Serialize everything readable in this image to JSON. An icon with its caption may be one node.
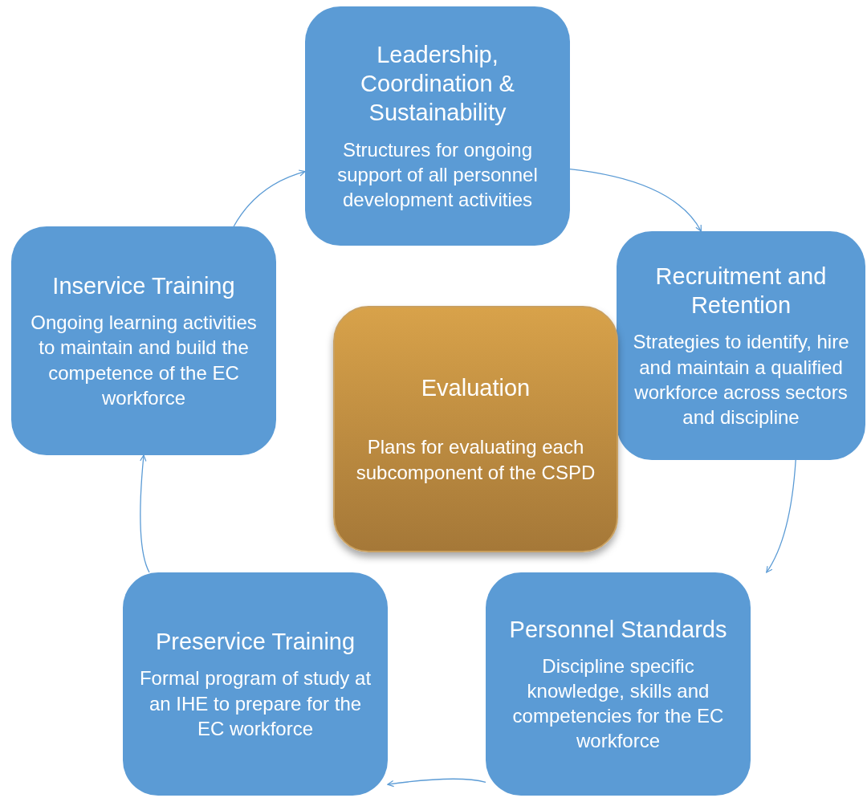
{
  "diagram": {
    "nodes": [
      {
        "text": [
          "Leadership, Coordination & Sustainability",
          "Structures for ongoing support of all personnel development activities"
        ]
      },
      {
        "text": [
          "Recruitment and Retention",
          "Strategies to identify, hire and maintain a qualified workforce across sectors and discipline"
        ]
      },
      {
        "text": [
          "Personnel Standards",
          "Discipline specific knowledge, skills and competencies for the EC workforce"
        ]
      },
      {
        "text": [
          "Preservice Training",
          "Formal program of study at an IHE to prepare for the EC workforce"
        ]
      },
      {
        "text": [
          "Inservice Training",
          "Ongoing learning activities to maintain and build the competence of the EC workforce"
        ]
      },
      {
        "text": [
          "Evaluation",
          "Plans for evaluating each subcomponent of the CSPD"
        ]
      }
    ],
    "edges": [
      {
        "from": 4,
        "to": 0,
        "arrow": "to"
      },
      {
        "from": 0,
        "to": 1,
        "arrow": "to"
      },
      {
        "from": 1,
        "to": 2,
        "arrow": "to"
      },
      {
        "from": 2,
        "to": 3,
        "arrow": "to"
      },
      {
        "from": 3,
        "to": 4,
        "arrow": "to"
      }
    ]
  }
}
